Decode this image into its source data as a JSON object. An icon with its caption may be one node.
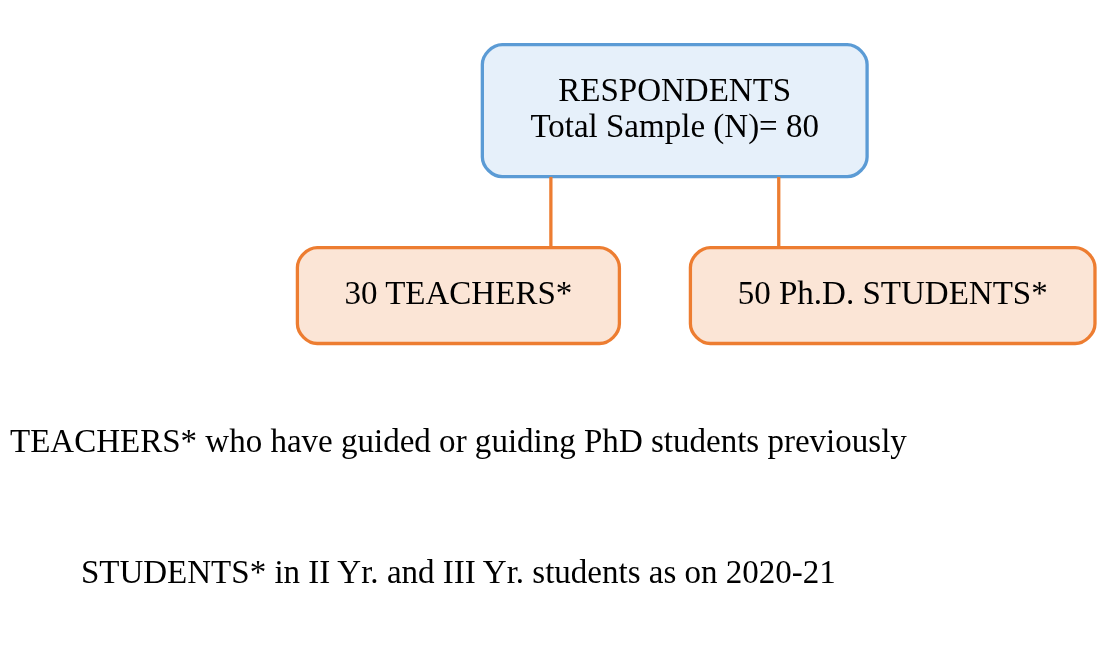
{
  "diagram": {
    "nodes": [
      {
        "text": [
          "RESPONDENTS",
          "Total Sample (N)= 80"
        ]
      },
      {
        "text": [
          "30 TEACHERS*"
        ]
      },
      {
        "text": [
          "50 Ph.D. STUDENTS*"
        ]
      }
    ],
    "edges": [
      {
        "from": 0,
        "to": 1,
        "arrow": "none"
      },
      {
        "from": 0,
        "to": 2,
        "arrow": "none"
      }
    ],
    "labels": [
      "TEACHERS* who have guided or guiding PhD students previously",
      "STUDENTS* in II Yr. and III Yr. students as on 2020-21"
    ]
  }
}
